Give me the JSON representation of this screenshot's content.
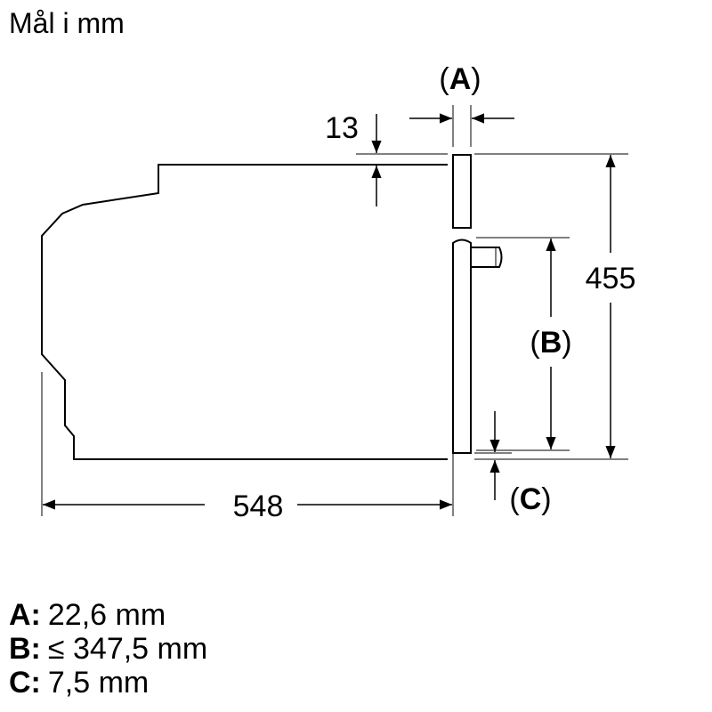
{
  "title": "Mål i mm",
  "dimensions": {
    "depth": "548",
    "height": "455",
    "top_offset": "13"
  },
  "callouts": {
    "a": "A",
    "b": "B",
    "c": "C"
  },
  "legend": [
    {
      "key": "A:",
      "value": "22,6 mm"
    },
    {
      "key": "B:",
      "value": "≤ 347,5 mm"
    },
    {
      "key": "C:",
      "value": "7,5 mm"
    }
  ]
}
